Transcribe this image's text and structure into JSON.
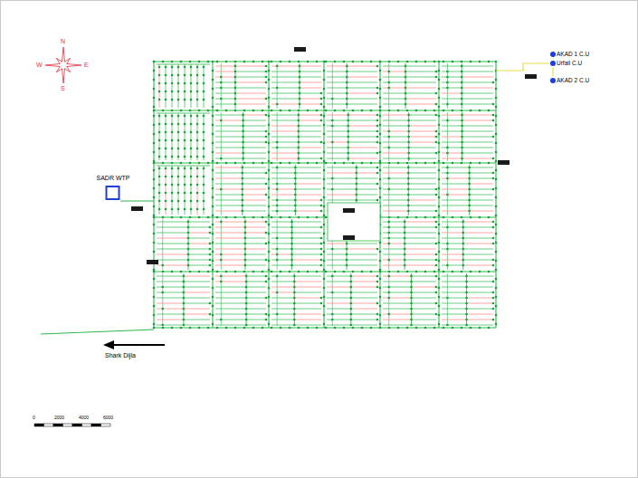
{
  "diagram": {
    "nodes": [
      {
        "text": [
          "SADR WTP"
        ]
      },
      {
        "text": [
          "AKAD 1 C.U"
        ]
      },
      {
        "text": [
          "Urfali C.U"
        ]
      },
      {
        "text": [
          "AKAD 2 C.U"
        ]
      }
    ],
    "edges": [
      {
        "from": 1,
        "to": 2,
        "arrow": "none"
      },
      {
        "from": 2,
        "to": 3,
        "arrow": "none"
      }
    ],
    "labels": [
      "N",
      "S",
      "W",
      "E",
      "Shark Dijla",
      "0",
      "2000",
      "4000",
      "6000"
    ]
  }
}
